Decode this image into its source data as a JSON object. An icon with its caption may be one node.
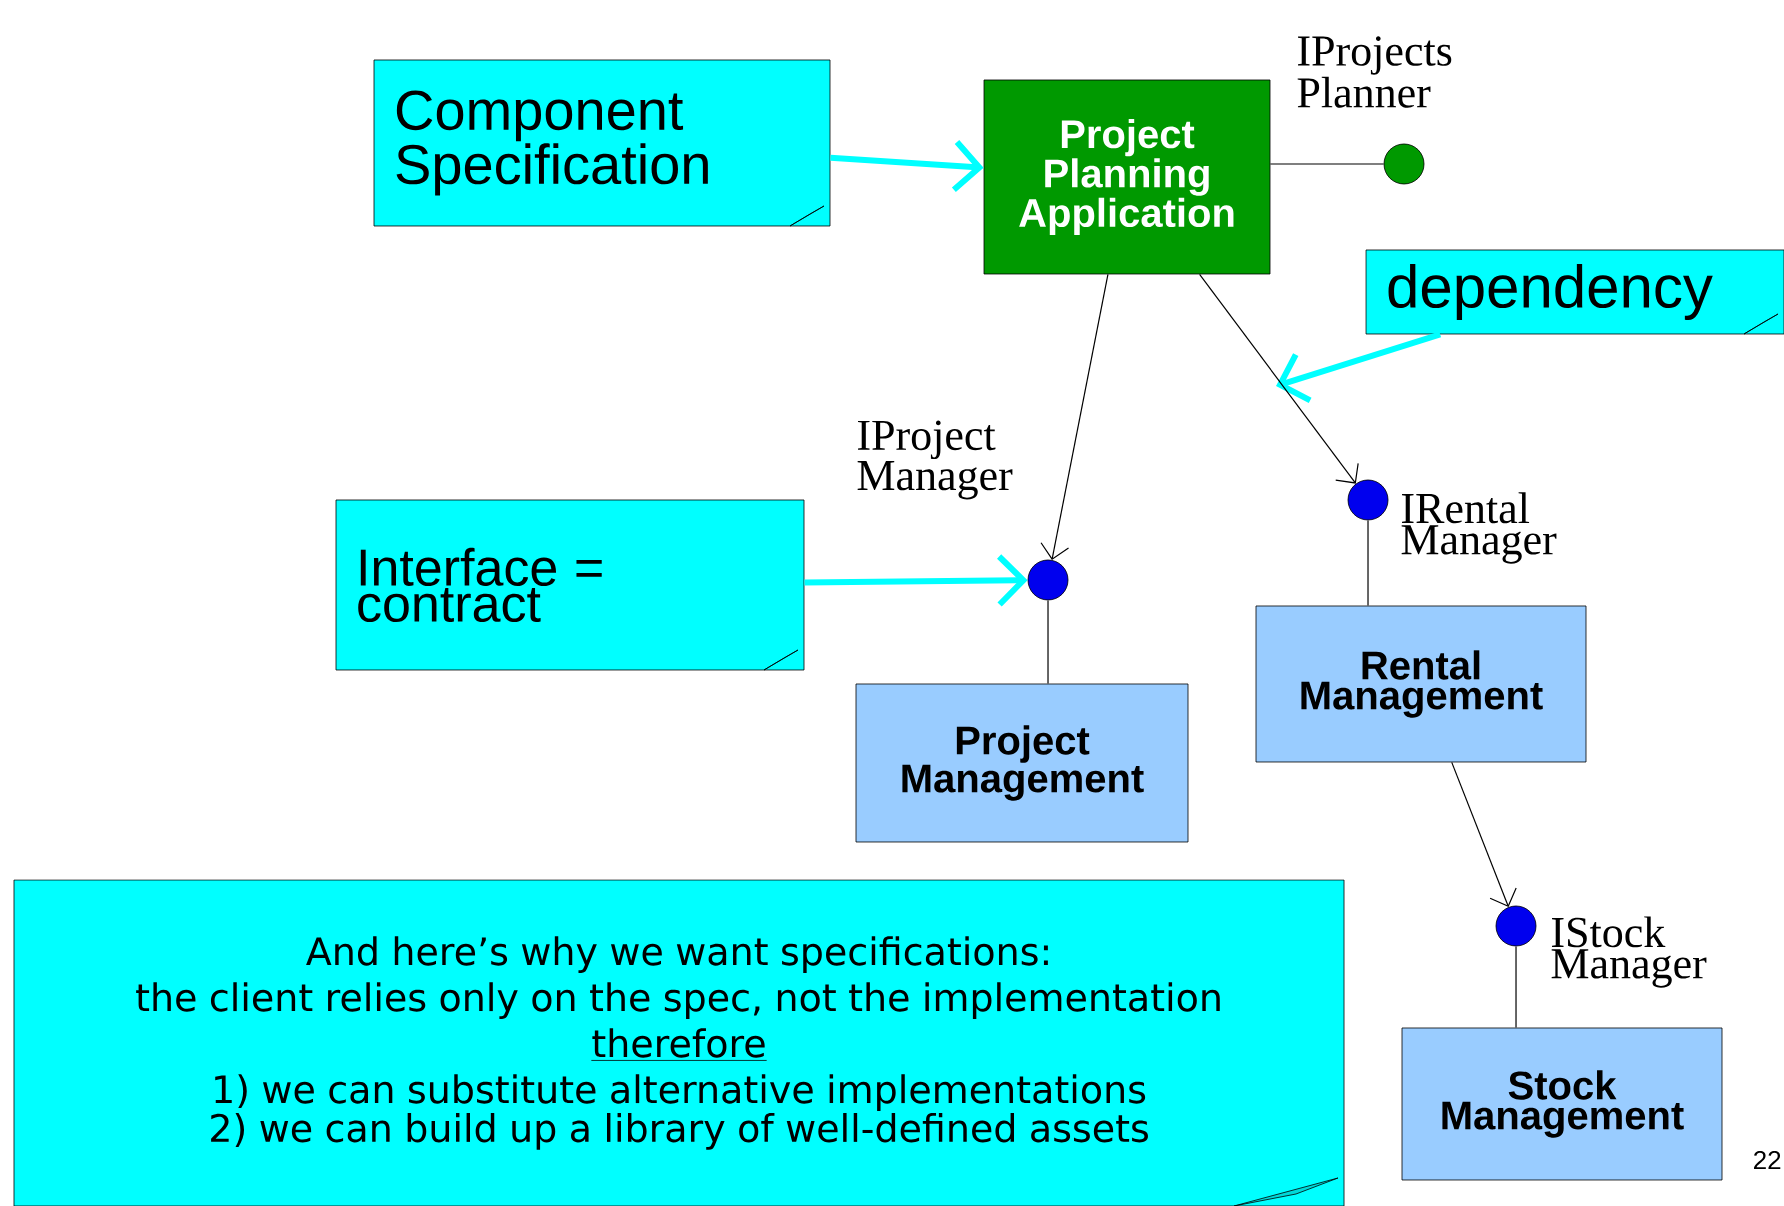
{
  "diagram": {
    "nodes": [
      {
        "text": [
          "Component Specification"
        ]
      },
      {
        "text": [
          "Project Planning Application"
        ]
      },
      {
        "text": [],
        "shape": "circle",
        "beside": [
          "IProjects Planner"
        ]
      },
      {
        "text": [
          "dependency"
        ]
      },
      {
        "text": [],
        "shape": "circle",
        "beside": [
          "IProject Manager"
        ]
      },
      {
        "text": [
          "Interface = contract"
        ]
      },
      {
        "text": [
          "Project Management"
        ]
      },
      {
        "text": [],
        "shape": "circle",
        "beside": [
          "IRental Manager"
        ]
      },
      {
        "text": [
          "Rental Management"
        ]
      },
      {
        "text": [],
        "shape": "circle",
        "beside": [
          "IStock Manager"
        ]
      },
      {
        "text": [
          "Stock Management"
        ]
      },
      {
        "text": [
          "And here’s why we want specifications:",
          "the client relies only on the spec, not the implementation",
          "therefore",
          "1) we can substitute alternative implementations",
          "2) we can build up a library of well-defined assets"
        ]
      }
    ],
    "edges": [
      {
        "from": 1,
        "to": 2,
        "arrow": "none"
      },
      {
        "from": 0,
        "to": 1,
        "arrow": "to",
        "style": "thick",
        "color": "#00ffff"
      },
      {
        "from": 3,
        "to": null,
        "arrow": "to",
        "style": "thick",
        "color": "#00ffff"
      },
      {
        "from": 1,
        "to": 4,
        "arrow": "to"
      },
      {
        "from": 1,
        "to": 7,
        "arrow": "to"
      },
      {
        "from": 5,
        "to": 4,
        "arrow": "to",
        "style": "thick",
        "color": "#00ffff"
      },
      {
        "from": 4,
        "to": 6,
        "arrow": "none"
      },
      {
        "from": 7,
        "to": 8,
        "arrow": "none"
      },
      {
        "from": 8,
        "to": 9,
        "arrow": "to"
      },
      {
        "from": 9,
        "to": 10,
        "arrow": "none"
      }
    ],
    "labels": [
      "22"
    ]
  }
}
